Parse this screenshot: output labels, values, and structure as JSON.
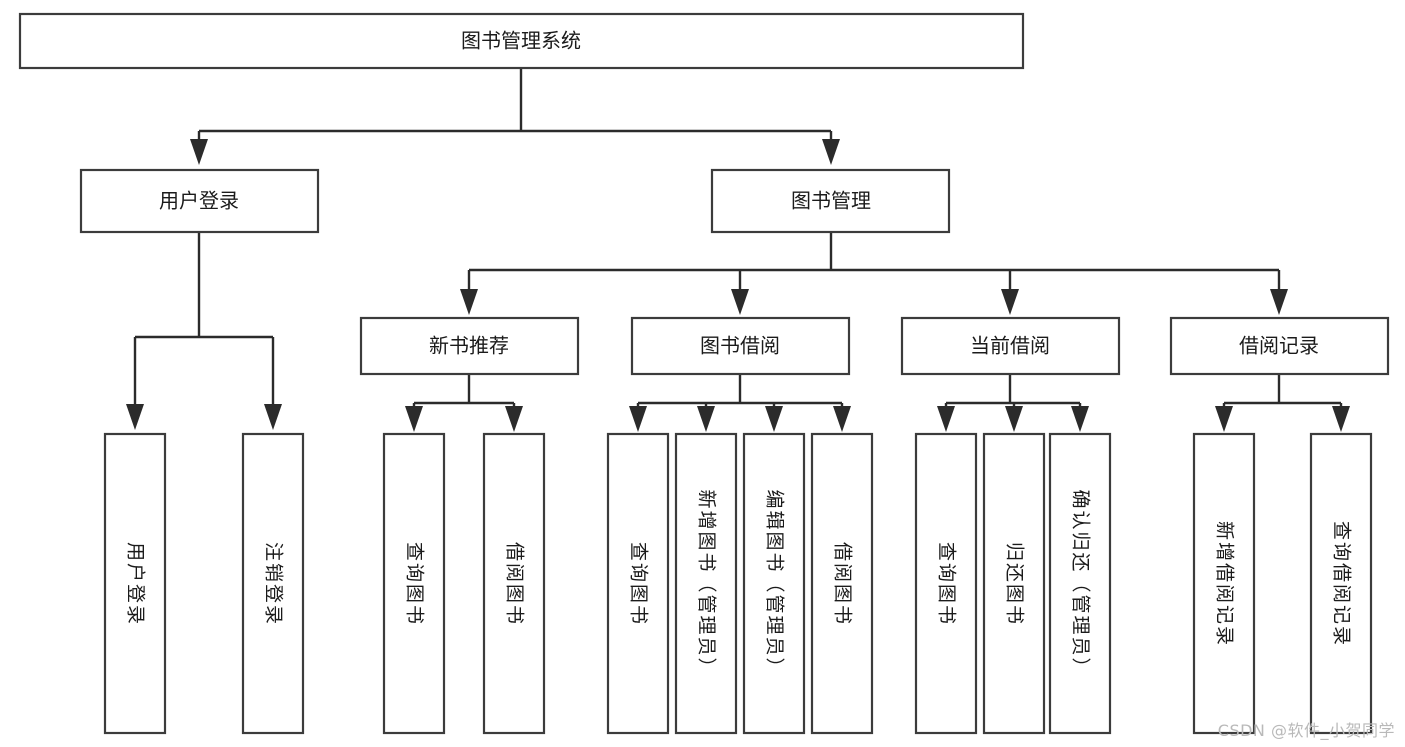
{
  "diagram": {
    "type": "tree",
    "title": "图书管理系统",
    "watermark": "CSDN @软件_小贺同学",
    "colors": {
      "box_stroke": "#3c3c3c",
      "box_fill": "#ffffff",
      "connector": "#2b2b2b",
      "label_text": "#1b1b1b",
      "watermark_text": "#b9b9b9",
      "background": "#ffffff"
    },
    "levels": {
      "root": "图书管理系统",
      "level2": [
        "用户登录",
        "图书管理"
      ],
      "level3": [
        "新书推荐",
        "图书借阅",
        "当前借阅",
        "借阅记录"
      ]
    },
    "nodes": {
      "root": {
        "label": "图书管理系统",
        "orientation": "horizontal"
      },
      "user_login": {
        "label": "用户登录",
        "orientation": "horizontal"
      },
      "book_manage": {
        "label": "图书管理",
        "orientation": "horizontal"
      },
      "new_book_rec": {
        "label": "新书推荐",
        "orientation": "horizontal"
      },
      "book_borrow": {
        "label": "图书借阅",
        "orientation": "horizontal"
      },
      "current_borrow": {
        "label": "当前借阅",
        "orientation": "horizontal"
      },
      "borrow_record": {
        "label": "借阅记录",
        "orientation": "horizontal"
      },
      "leaf_user_login": {
        "label": "用户登录",
        "orientation": "vertical"
      },
      "leaf_logout": {
        "label": "注销登录",
        "orientation": "vertical"
      },
      "leaf_query_book_1": {
        "label": "查询图书",
        "orientation": "vertical"
      },
      "leaf_borrow_book_1": {
        "label": "借阅图书",
        "orientation": "vertical"
      },
      "leaf_query_book_2": {
        "label": "查询图书",
        "orientation": "vertical"
      },
      "leaf_add_book": {
        "label": "新增图书（管理员）",
        "orientation": "vertical"
      },
      "leaf_edit_book": {
        "label": "编辑图书（管理员）",
        "orientation": "vertical"
      },
      "leaf_borrow_book_2": {
        "label": "借阅图书",
        "orientation": "vertical"
      },
      "leaf_query_book_3": {
        "label": "查询图书",
        "orientation": "vertical"
      },
      "leaf_return_book": {
        "label": "归还图书",
        "orientation": "vertical"
      },
      "leaf_confirm_return": {
        "label": "确认归还（管理员）",
        "orientation": "vertical"
      },
      "leaf_add_record": {
        "label": "新增借阅记录",
        "orientation": "vertical"
      },
      "leaf_query_record": {
        "label": "查询借阅记录",
        "orientation": "vertical"
      }
    },
    "edges": [
      {
        "from": "图书管理系统",
        "to": "用户登录"
      },
      {
        "from": "图书管理系统",
        "to": "图书管理"
      },
      {
        "from": "用户登录",
        "to": "用户登录"
      },
      {
        "from": "用户登录",
        "to": "注销登录"
      },
      {
        "from": "图书管理",
        "to": "新书推荐"
      },
      {
        "from": "图书管理",
        "to": "图书借阅"
      },
      {
        "from": "图书管理",
        "to": "当前借阅"
      },
      {
        "from": "图书管理",
        "to": "借阅记录"
      },
      {
        "from": "新书推荐",
        "to": "查询图书"
      },
      {
        "from": "新书推荐",
        "to": "借阅图书"
      },
      {
        "from": "图书借阅",
        "to": "查询图书"
      },
      {
        "from": "图书借阅",
        "to": "新增图书（管理员）"
      },
      {
        "from": "图书借阅",
        "to": "编辑图书（管理员）"
      },
      {
        "from": "图书借阅",
        "to": "借阅图书"
      },
      {
        "from": "当前借阅",
        "to": "查询图书"
      },
      {
        "from": "当前借阅",
        "to": "归还图书"
      },
      {
        "from": "当前借阅",
        "to": "确认归还（管理员）"
      },
      {
        "from": "借阅记录",
        "to": "新增借阅记录"
      },
      {
        "from": "借阅记录",
        "to": "查询借阅记录"
      }
    ]
  }
}
